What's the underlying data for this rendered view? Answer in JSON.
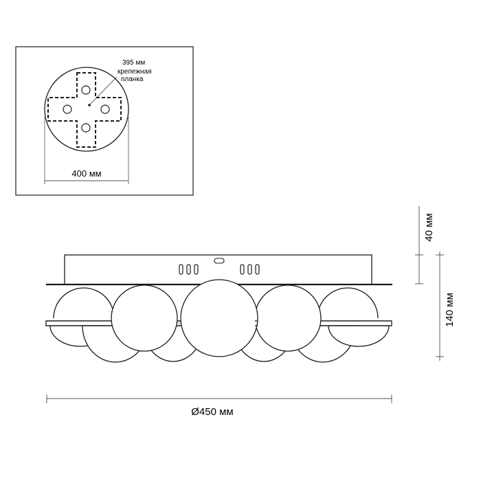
{
  "mount_view": {
    "bracket_width_label": "395 мм",
    "bracket_name_line1": "крепежная",
    "bracket_name_line2": "планка",
    "diameter_label": "400 мм"
  },
  "side_view": {
    "canopy_height_label": "40 мм",
    "total_height_label": "140 мм",
    "overall_diameter_label": "Ø450 мм"
  },
  "colors": {
    "line": "#1a1a1a",
    "text": "#000000",
    "background": "#ffffff"
  }
}
